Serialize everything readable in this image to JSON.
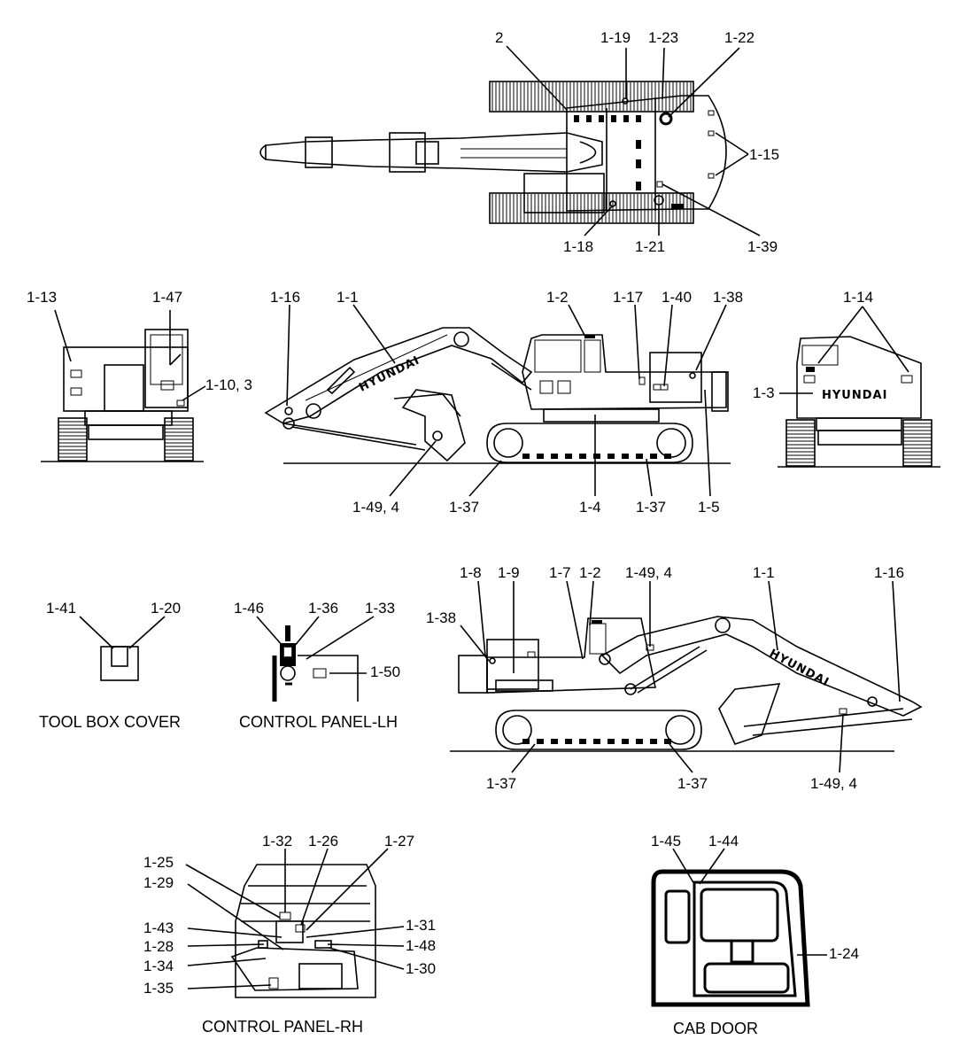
{
  "callouts": {
    "top_2": "2",
    "top_1_19": "1-19",
    "top_1_23": "1-23",
    "top_1_22": "1-22",
    "top_1_15": "1-15",
    "top_1_18": "1-18",
    "top_1_21": "1-21",
    "top_1_39": "1-39",
    "rear_1_13": "1-13",
    "rear_1_47": "1-47",
    "rear_1_10_3": "1-10, 3",
    "side_1_16": "1-16",
    "side_1_1": "1-1",
    "side_1_2": "1-2",
    "side_1_17": "1-17",
    "side_1_40": "1-40",
    "side_1_38": "1-38",
    "side_1_49_4": "1-49, 4",
    "side_1_37a": "1-37",
    "side_1_4": "1-4",
    "side_1_37b": "1-37",
    "side_1_5": "1-5",
    "back_1_14": "1-14",
    "back_1_3": "1-3",
    "tb_1_41": "1-41",
    "tb_1_20": "1-20",
    "cl_1_46": "1-46",
    "cl_1_36": "1-36",
    "cl_1_33": "1-33",
    "cl_1_50": "1-50",
    "rs_1_8": "1-8",
    "rs_1_9": "1-9",
    "rs_1_7": "1-7",
    "rs_1_2": "1-2",
    "rs_1_49_4a": "1-49, 4",
    "rs_1_1": "1-1",
    "rs_1_16": "1-16",
    "rs_1_38": "1-38",
    "rs_1_37a": "1-37",
    "rs_1_37b": "1-37",
    "rs_1_49_4b": "1-49, 4",
    "cr_1_32": "1-32",
    "cr_1_26": "1-26",
    "cr_1_27": "1-27",
    "cr_1_25": "1-25",
    "cr_1_29": "1-29",
    "cr_1_43": "1-43",
    "cr_1_28": "1-28",
    "cr_1_34": "1-34",
    "cr_1_35": "1-35",
    "cr_1_31": "1-31",
    "cr_1_48": "1-48",
    "cr_1_30": "1-30",
    "cd_1_45": "1-45",
    "cd_1_44": "1-44",
    "cd_1_24": "1-24"
  },
  "captions": {
    "tool_box_cover": "TOOL BOX COVER",
    "control_panel_lh": "CONTROL PANEL-LH",
    "control_panel_rh": "CONTROL PANEL-RH",
    "cab_door": "CAB DOOR"
  },
  "logos": {
    "boom_lettering": "HYUNDAI",
    "counterweight_lettering": "HYUNDAI"
  }
}
